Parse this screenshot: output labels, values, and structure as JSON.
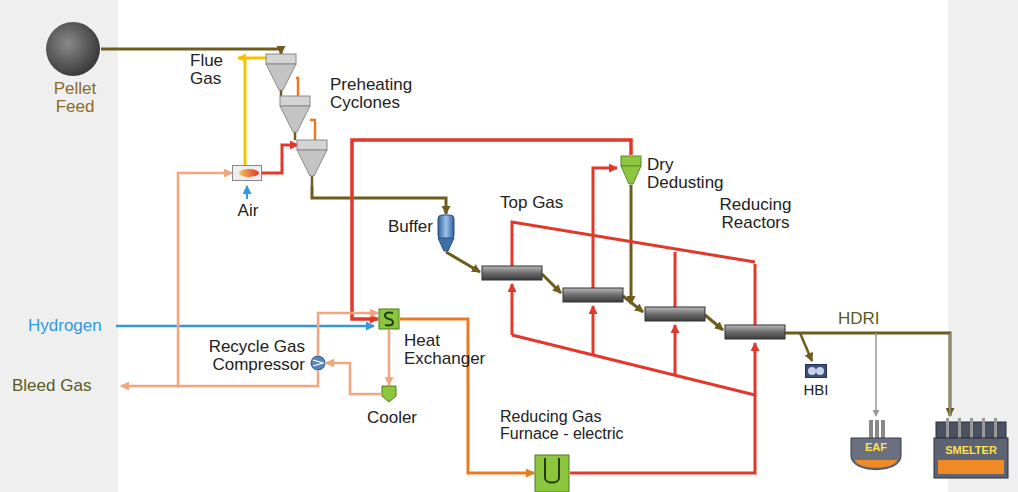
{
  "diagram": {
    "nodes": [
      {
        "text": [
          "Pellet Feed"
        ]
      },
      {
        "text": [
          "Preheating Cyclones"
        ]
      },
      {
        "text": [
          "Air"
        ]
      },
      {
        "text": [
          "Buffer"
        ]
      },
      {
        "text": [
          "Dry Dedusting"
        ]
      },
      {
        "text": [
          "Heat Exchanger"
        ]
      },
      {
        "text": [
          "Recycle Gas Compressor"
        ]
      },
      {
        "text": [
          "Cooler"
        ]
      },
      {
        "text": [
          "Reducing Gas Furnace - electric"
        ]
      },
      {
        "text": [
          "HBI"
        ]
      },
      {
        "text": [
          "EAF"
        ]
      },
      {
        "text": [
          "SMELTER"
        ]
      }
    ],
    "edges": [
      {
        "from": 0,
        "to": 1,
        "arrow": "to"
      },
      {
        "from": 1,
        "to": 3,
        "arrow": "to"
      },
      {
        "from": 2,
        "to": 1,
        "arrow": "to"
      },
      {
        "from": 4,
        "to": 5,
        "arrow": "to"
      },
      {
        "from": 5,
        "to": 8,
        "arrow": "to"
      },
      {
        "from": 5,
        "to": 7,
        "arrow": "to"
      },
      {
        "from": 7,
        "to": 6,
        "arrow": "to"
      },
      {
        "from": 6,
        "to": 5,
        "arrow": "to"
      },
      {
        "from": 6,
        "to": 2,
        "arrow": "to"
      }
    ],
    "labels": [
      "Flue Gas",
      "Top Gas",
      "Reducing Reactors",
      "Hydrogen",
      "Bleed Gas",
      "HDRI"
    ]
  }
}
